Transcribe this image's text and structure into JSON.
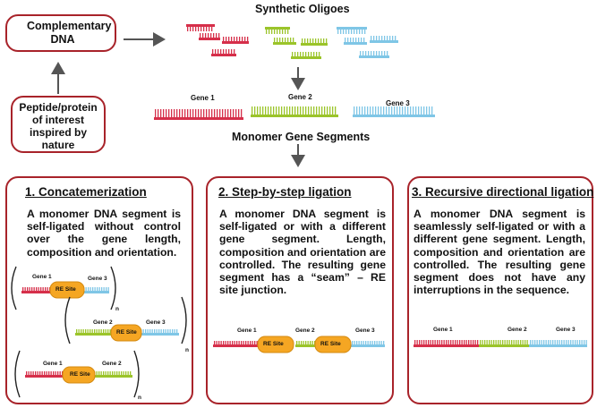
{
  "top": {
    "complementary_dna": "Complementary DNA",
    "peptide_protein": "Peptide/protein of interest inspired by nature",
    "synthetic_oligoes": "Synthetic Oligoes",
    "gene1": "Gene 1",
    "gene2": "Gene 2",
    "gene3": "Gene 3",
    "monomer_gene_segments": "Monomer Gene Segments"
  },
  "panels": [
    {
      "title": "1. Concatemerization",
      "text": "A monomer DNA segment is self-ligated without control over the gene length, composition and orientation."
    },
    {
      "title": "2. Step-by-step ligation",
      "text": "A monomer DNA segment is self-ligated or with a different gene segment. Length, composition and orientation are controlled. The resulting gene segment has a “seam” – RE site junction."
    },
    {
      "title": "3. Recursive directional ligation",
      "text": "A monomer DNA segment is seamlessly self-ligated or with a different gene segment. Length, composition and orientation are controlled. The resulting gene segment does not have any interruptions in the sequence."
    }
  ],
  "small_labels": {
    "gene1": "Gene 1",
    "gene2": "Gene 2",
    "gene3": "Gene 3",
    "re_site": "RE Site",
    "n": "n"
  },
  "colors": {
    "red": "#d62f4a",
    "green": "#9bc42a",
    "blue": "#7fc6e6",
    "box_border": "#a8232a",
    "re_site": "#f5a623",
    "arrow": "#555555"
  }
}
